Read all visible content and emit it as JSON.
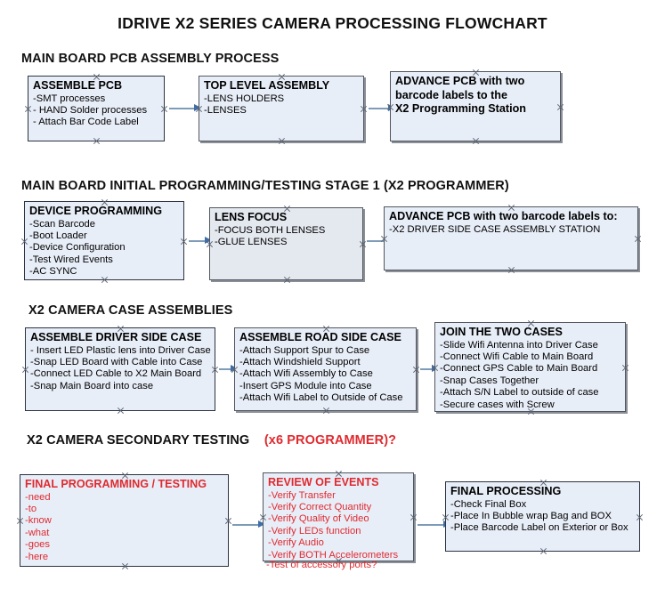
{
  "document": {
    "title": "IDRIVE X2  SERIES CAMERA PROCESSING FLOWCHART"
  },
  "colors": {
    "box_fill": "#e8eef8",
    "box_border": "#2b3340",
    "connector": "#7e9cb8",
    "arrowhead": "#3f6ea8",
    "accent_red": "#e02a2f",
    "text": "#111111"
  },
  "sections": [
    {
      "id": "main-board-pcb-assembly-process",
      "header": "MAIN BOARD PCB ASSEMBLY PROCESS",
      "header_accent": "",
      "boxes": [
        {
          "id": "assemble-pcb",
          "title": "ASSEMBLE PCB",
          "lines": [
            "-SMT processes",
            "- HAND Solder processes",
            "- Attach Bar Code Label"
          ]
        },
        {
          "id": "top-level-assembly",
          "title": "TOP LEVEL ASSEMBLY",
          "lines": [
            "-LENS HOLDERS",
            "-LENSES"
          ]
        },
        {
          "id": "advance-pcb-programming-station",
          "title": "ADVANCE PCB with two",
          "lines": [
            "barcode labels to the",
            " X2 Programming Station"
          ]
        }
      ]
    },
    {
      "id": "main-board-initial-programming",
      "header": "MAIN BOARD INITIAL PROGRAMMING/TESTING STAGE 1 (X2 PROGRAMMER)",
      "header_accent": "",
      "boxes": [
        {
          "id": "device-programming",
          "title": "DEVICE PROGRAMMING",
          "lines": [
            "-Scan Barcode",
            "-Boot Loader",
            "-Device Configuration",
            "-Test Wired Events",
            "-AC SYNC"
          ]
        },
        {
          "id": "lens-focus",
          "title": "LENS FOCUS",
          "lines": [
            "-FOCUS BOTH LENSES",
            "-GLUE LENSES"
          ]
        },
        {
          "id": "advance-pcb-driver-side-case",
          "title": "ADVANCE PCB with two barcode labels to:",
          "lines": [
            "-X2 DRIVER  SIDE  CASE  ASSEMBLY STATION"
          ]
        }
      ]
    },
    {
      "id": "x2-camera-case-assemblies",
      "header": "X2 CAMERA CASE ASSEMBLIES",
      "header_accent": "",
      "boxes": [
        {
          "id": "assemble-driver-side-case",
          "title": "ASSEMBLE DRIVER SIDE CASE",
          "lines": [
            "- Insert LED Plastic lens into Driver Case",
            "-Snap LED Board with Cable into Case",
            "-Connect LED Cable to X2 Main Board",
            "-Snap Main Board into case"
          ]
        },
        {
          "id": "assemble-road-side-case",
          "title": "ASSEMBLE ROAD SIDE CASE",
          "lines": [
            "-Attach Support Spur to Case",
            "-Attach Windshield Support",
            "-Attach Wifi Assembly to Case",
            "-Insert GPS Module into Case",
            "-Attach Wifi Label to Outside of Case"
          ]
        },
        {
          "id": "join-the-two-cases",
          "title": "JOIN THE TWO CASES",
          "lines": [
            "-Slide Wifi Antenna into Driver Case",
            "-Connect Wifi Cable to Main Board",
            "-Connect GPS Cable to Main Board",
            "-Snap Cases Together",
            "-Attach S/N Label to outside of case",
            "-Secure cases with Screw"
          ]
        }
      ]
    },
    {
      "id": "x2-camera-secondary-testing",
      "header": "X2 CAMERA SECONDARY TESTING",
      "header_accent": "(x6 PROGRAMMER)?",
      "boxes": [
        {
          "id": "final-programming-testing",
          "title": "FINAL PROGRAMMING / TESTING",
          "lines": [
            "-need",
            "-to",
            "-know",
            "-what",
            "-goes",
            "-here"
          ]
        },
        {
          "id": "review-of-events",
          "title": "REVIEW OF EVENTS",
          "lines": [
            "-Verify Transfer",
            "-Verify Correct Quantity",
            "-Verify Quality of Video",
            "-Verify LEDs function",
            "-Verify Audio",
            "-Verify BOTH Accelerometers"
          ],
          "overflow_line": "-Test of accessory ports?"
        },
        {
          "id": "final-processing",
          "title": "FINAL PROCESSING",
          "lines": [
            " -Check Final Box",
            "-Place In Bubble wrap Bag and BOX",
            "-Place Barcode Label on Exterior or Box"
          ]
        }
      ]
    }
  ]
}
